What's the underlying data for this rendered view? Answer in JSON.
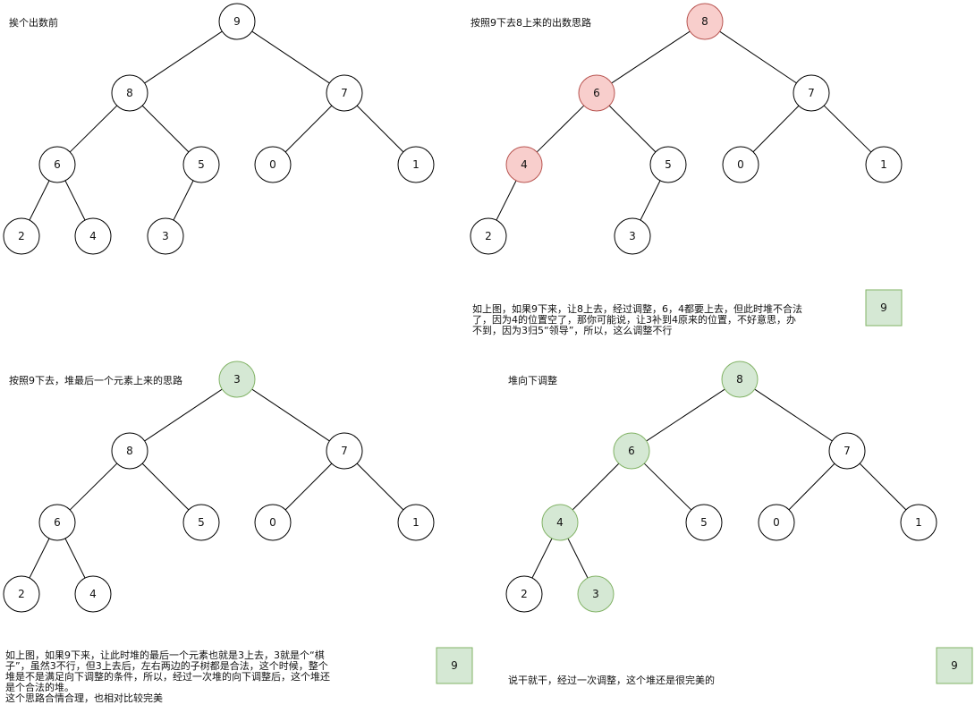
{
  "colors": {
    "edge": "#000000",
    "node_default_fill": "#ffffff",
    "node_default_stroke": "#000000",
    "node_red_fill": "#f8cecc",
    "node_red_stroke": "#b85450",
    "node_green_fill": "#d5e8d4",
    "node_green_stroke": "#82b366",
    "box_fill": "#d5e8d4",
    "box_stroke": "#82b366"
  },
  "panels": [
    {
      "id": "p1",
      "title": "挨个出数前",
      "nodes": [
        {
          "v": "9",
          "style": "default"
        },
        {
          "v": "8",
          "style": "default"
        },
        {
          "v": "7",
          "style": "default"
        },
        {
          "v": "6",
          "style": "default"
        },
        {
          "v": "5",
          "style": "default"
        },
        {
          "v": "0",
          "style": "default"
        },
        {
          "v": "1",
          "style": "default"
        },
        {
          "v": "2",
          "style": "default"
        },
        {
          "v": "4",
          "style": "default"
        },
        {
          "v": "3",
          "style": "default"
        }
      ],
      "edges": [
        [
          0,
          1
        ],
        [
          0,
          2
        ],
        [
          1,
          3
        ],
        [
          1,
          4
        ],
        [
          2,
          5
        ],
        [
          2,
          6
        ],
        [
          3,
          7
        ],
        [
          3,
          8
        ],
        [
          4,
          9
        ]
      ],
      "text_lines": [],
      "box": null
    },
    {
      "id": "p2",
      "title": "按照9下去8上来的出数思路",
      "nodes": [
        {
          "v": "8",
          "style": "red"
        },
        {
          "v": "6",
          "style": "red"
        },
        {
          "v": "7",
          "style": "default"
        },
        {
          "v": "4",
          "style": "red"
        },
        {
          "v": "5",
          "style": "default"
        },
        {
          "v": "0",
          "style": "default"
        },
        {
          "v": "1",
          "style": "default"
        },
        {
          "v": "2",
          "style": "default"
        },
        {
          "v": "3",
          "style": "default"
        }
      ],
      "edges": [
        [
          0,
          1
        ],
        [
          0,
          2
        ],
        [
          1,
          3
        ],
        [
          1,
          4
        ],
        [
          2,
          5
        ],
        [
          2,
          6
        ],
        [
          3,
          7
        ],
        [
          4,
          8
        ]
      ],
      "text_lines": [
        "如上图，如果9下来，让8上去，经过调整，6，4都要上去，但此时堆不合法",
        "了，因为4的位置空了，那你可能说，让3补到4原来的位置，不好意思，办",
        "不到，因为3归5“领导”，所以，这么调整不行"
      ],
      "box": "9"
    },
    {
      "id": "p3",
      "title": "按照9下去，堆最后一个元素上来的思路",
      "nodes": [
        {
          "v": "3",
          "style": "green"
        },
        {
          "v": "8",
          "style": "default"
        },
        {
          "v": "7",
          "style": "default"
        },
        {
          "v": "6",
          "style": "default"
        },
        {
          "v": "5",
          "style": "default"
        },
        {
          "v": "0",
          "style": "default"
        },
        {
          "v": "1",
          "style": "default"
        },
        {
          "v": "2",
          "style": "default"
        },
        {
          "v": "4",
          "style": "default"
        }
      ],
      "edges": [
        [
          0,
          1
        ],
        [
          0,
          2
        ],
        [
          1,
          3
        ],
        [
          1,
          4
        ],
        [
          2,
          5
        ],
        [
          2,
          6
        ],
        [
          3,
          7
        ],
        [
          3,
          8
        ]
      ],
      "text_lines": [
        "如上图，如果9下来，让此时堆的最后一个元素也就是3上去，3就是个“棋",
        "子”，虽然3不行，但3上去后，左右两边的子树都是合法，这个时候，整个",
        "堆是不是满足向下调整的条件，所以，经过一次堆的向下调整后，这个堆还",
        "是个合法的堆。",
        "这个思路合情合理，也相对比较完美"
      ],
      "box": "9"
    },
    {
      "id": "p4",
      "title": "堆向下调整",
      "nodes": [
        {
          "v": "8",
          "style": "green"
        },
        {
          "v": "6",
          "style": "green"
        },
        {
          "v": "7",
          "style": "default"
        },
        {
          "v": "4",
          "style": "green"
        },
        {
          "v": "5",
          "style": "default"
        },
        {
          "v": "0",
          "style": "default"
        },
        {
          "v": "1",
          "style": "default"
        },
        {
          "v": "2",
          "style": "default"
        },
        {
          "v": "3",
          "style": "green"
        }
      ],
      "edges": [
        [
          0,
          1
        ],
        [
          0,
          2
        ],
        [
          1,
          3
        ],
        [
          1,
          4
        ],
        [
          2,
          5
        ],
        [
          2,
          6
        ],
        [
          3,
          7
        ],
        [
          3,
          8
        ]
      ],
      "text_lines": [
        "说干就干，经过一次调整，这个堆还是很完美的"
      ],
      "box": "9"
    }
  ]
}
